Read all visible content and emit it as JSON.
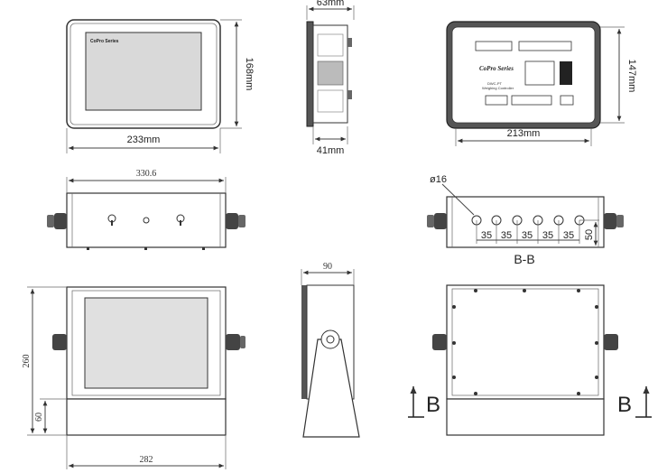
{
  "dims": {
    "front_width": "233mm",
    "front_height": "168mm",
    "side_width": "63mm",
    "side_depth": "41mm",
    "back_width": "213mm",
    "back_height": "147mm",
    "bracket_width": "330.6",
    "hole_dia": "ø16",
    "hole_spacing": [
      "35",
      "35",
      "35",
      "35",
      "35"
    ],
    "hole_height": "50",
    "section_label": "B-B",
    "stand_height": "260",
    "base_height": "60",
    "stand_width": "282",
    "stand_depth": "90",
    "section_mark": "B"
  },
  "device": {
    "brand_front": "CoPro Series",
    "brand_back": "CoPro Series",
    "model": "DWC-PT",
    "subtitle": "Weighing Controller"
  }
}
